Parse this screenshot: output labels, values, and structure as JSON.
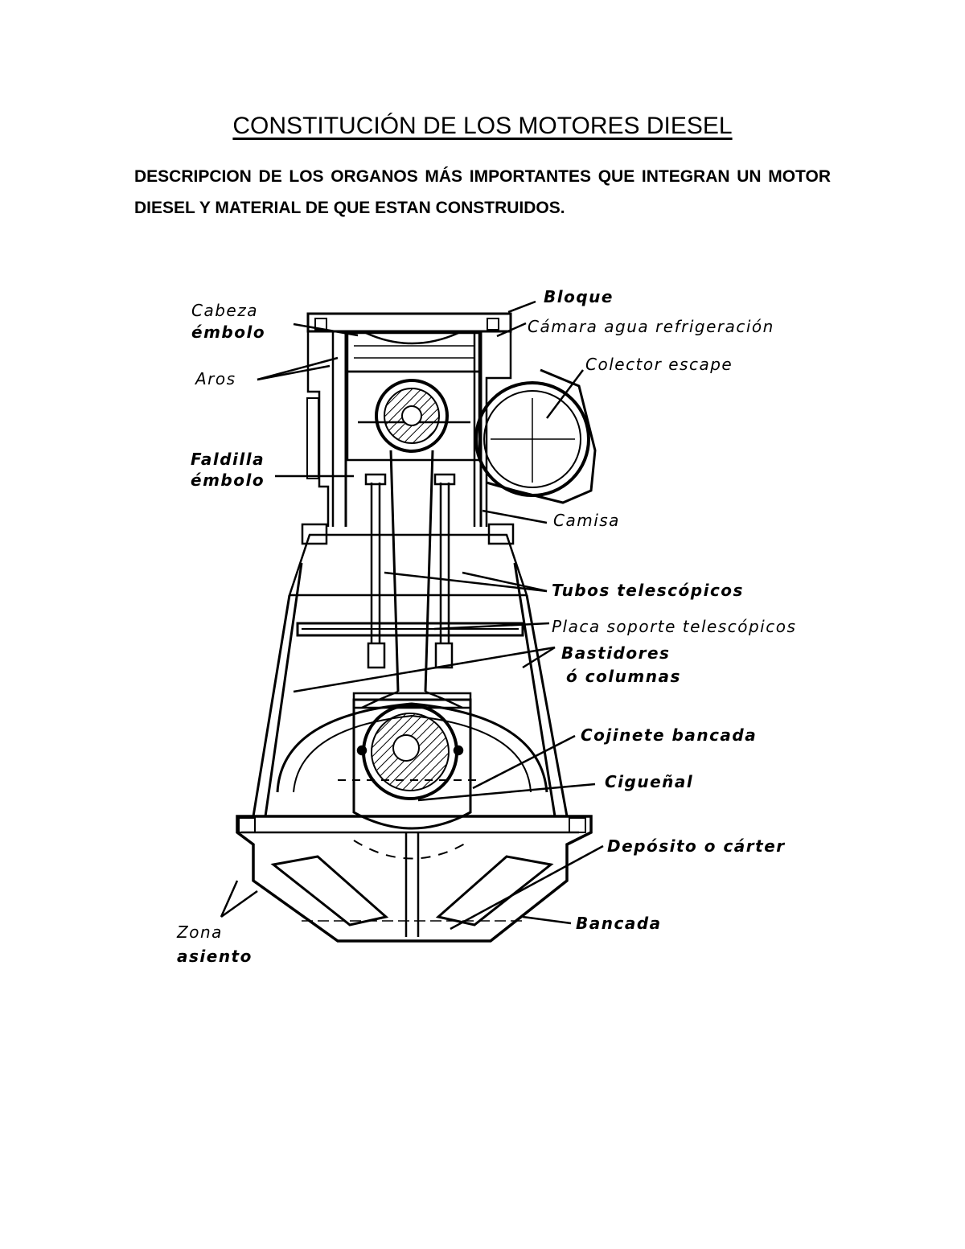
{
  "document": {
    "title": "CONSTITUCIÓN DE LOS MOTORES DIESEL",
    "subtitle": "DESCRIPCION DE LOS ORGANOS MÁS IMPORTANTES QUE INTEGRAN UN MOTOR DIESEL Y MATERIAL DE QUE ESTAN CONSTRUIDOS."
  },
  "diagram": {
    "labels": {
      "cabeza": "Cabeza",
      "embolo_1": "émbolo",
      "aros": "Aros",
      "faldilla": "Faldilla",
      "embolo_2": "émbolo",
      "bloque": "Bloque",
      "camara": "Cámara agua refrigeración",
      "colector": "Colector escape",
      "camisa": "Camisa",
      "tubos": "Tubos telescópicos",
      "placa": "Placa soporte telescópicos",
      "bastidores": "Bastidores",
      "columnas": "ó columnas",
      "cojinete": "Cojinete bancada",
      "cigueñal": "Cigueñal",
      "deposito": "Depósito o cárter",
      "bancada": "Bancada",
      "zona": "Zona",
      "asiento": "asiento"
    }
  }
}
